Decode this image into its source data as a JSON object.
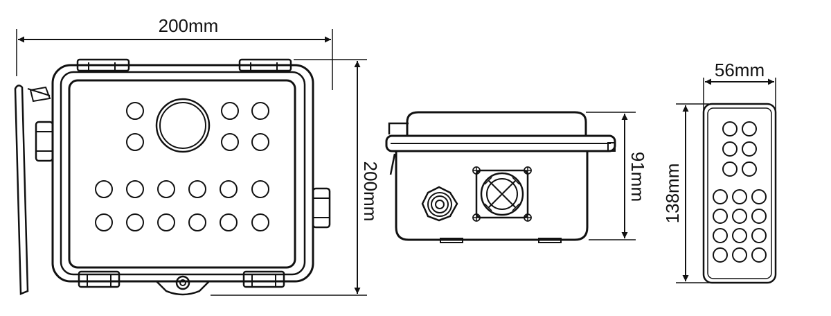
{
  "front_view": {
    "width_label": "200mm",
    "height_label": "200mm"
  },
  "side_view": {
    "height_label": "91mm"
  },
  "remote_view": {
    "width_label": "56mm",
    "height_label": "138mm"
  },
  "colors": {
    "line": "#111111",
    "background": "#ffffff"
  }
}
